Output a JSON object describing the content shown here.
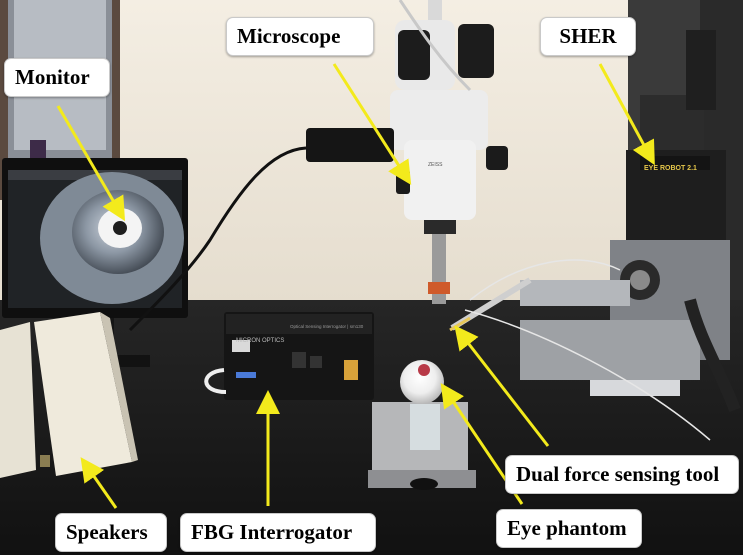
{
  "labels": {
    "monitor": "Monitor",
    "microscope": "Microscope",
    "sher": "SHER",
    "dual_force_tool": "Dual force sensing tool",
    "speakers": "Speakers",
    "fbg_interrogator": "FBG Interrogator",
    "eye_phantom": "Eye phantom"
  },
  "photo_text": {
    "robot_badge": "EYE ROBOT 2.1",
    "interrogator_brand": "MICRON OPTICS",
    "interrogator_model": "Optical Sensing Interrogator | sm130",
    "microscope_brand": "ZEISS"
  },
  "colors": {
    "arrow": "#f3ea1c",
    "label_bg": "#ffffff",
    "table": "#1b1b1b",
    "wall": "#ede6d9"
  }
}
